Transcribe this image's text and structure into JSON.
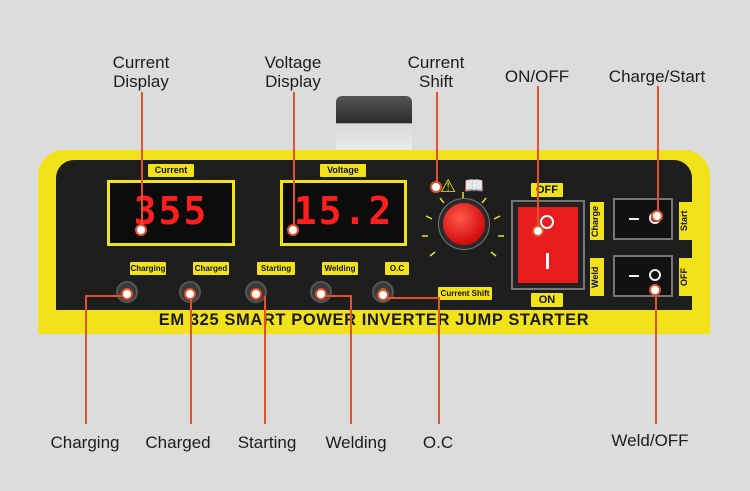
{
  "callouts": {
    "current_display": [
      "Current",
      "Display"
    ],
    "voltage_display": [
      "Voltage",
      "Display"
    ],
    "current_shift": [
      "Current",
      "Shift"
    ],
    "on_off": "ON/OFF",
    "charge_start": "Charge/Start",
    "charging": "Charging",
    "charged": "Charged",
    "starting": "Starting",
    "welding": "Welding",
    "oc": "O.C",
    "weld_off": "Weld/OFF"
  },
  "panel": {
    "model": "EM 325 SMART POWER INVERTER JUMP STARTER",
    "current_tag": "Current",
    "current_value": "355",
    "voltage_tag": "Voltage",
    "voltage_value": "15.2",
    "led_tags": [
      "Charging",
      "Charged",
      "Starting",
      "Welding",
      "O.C"
    ],
    "current_shift_tag": "Current Shift",
    "power_switch": {
      "off": "OFF",
      "on": "ON"
    },
    "switch1": {
      "left": "Charge",
      "right": "Start"
    },
    "switch2": {
      "left": "Weld",
      "right": "OFF"
    }
  },
  "colors": {
    "panel_yellow": "#f1e21a",
    "led_red": "#ff1e1e",
    "callout_line": "#e0532d"
  }
}
